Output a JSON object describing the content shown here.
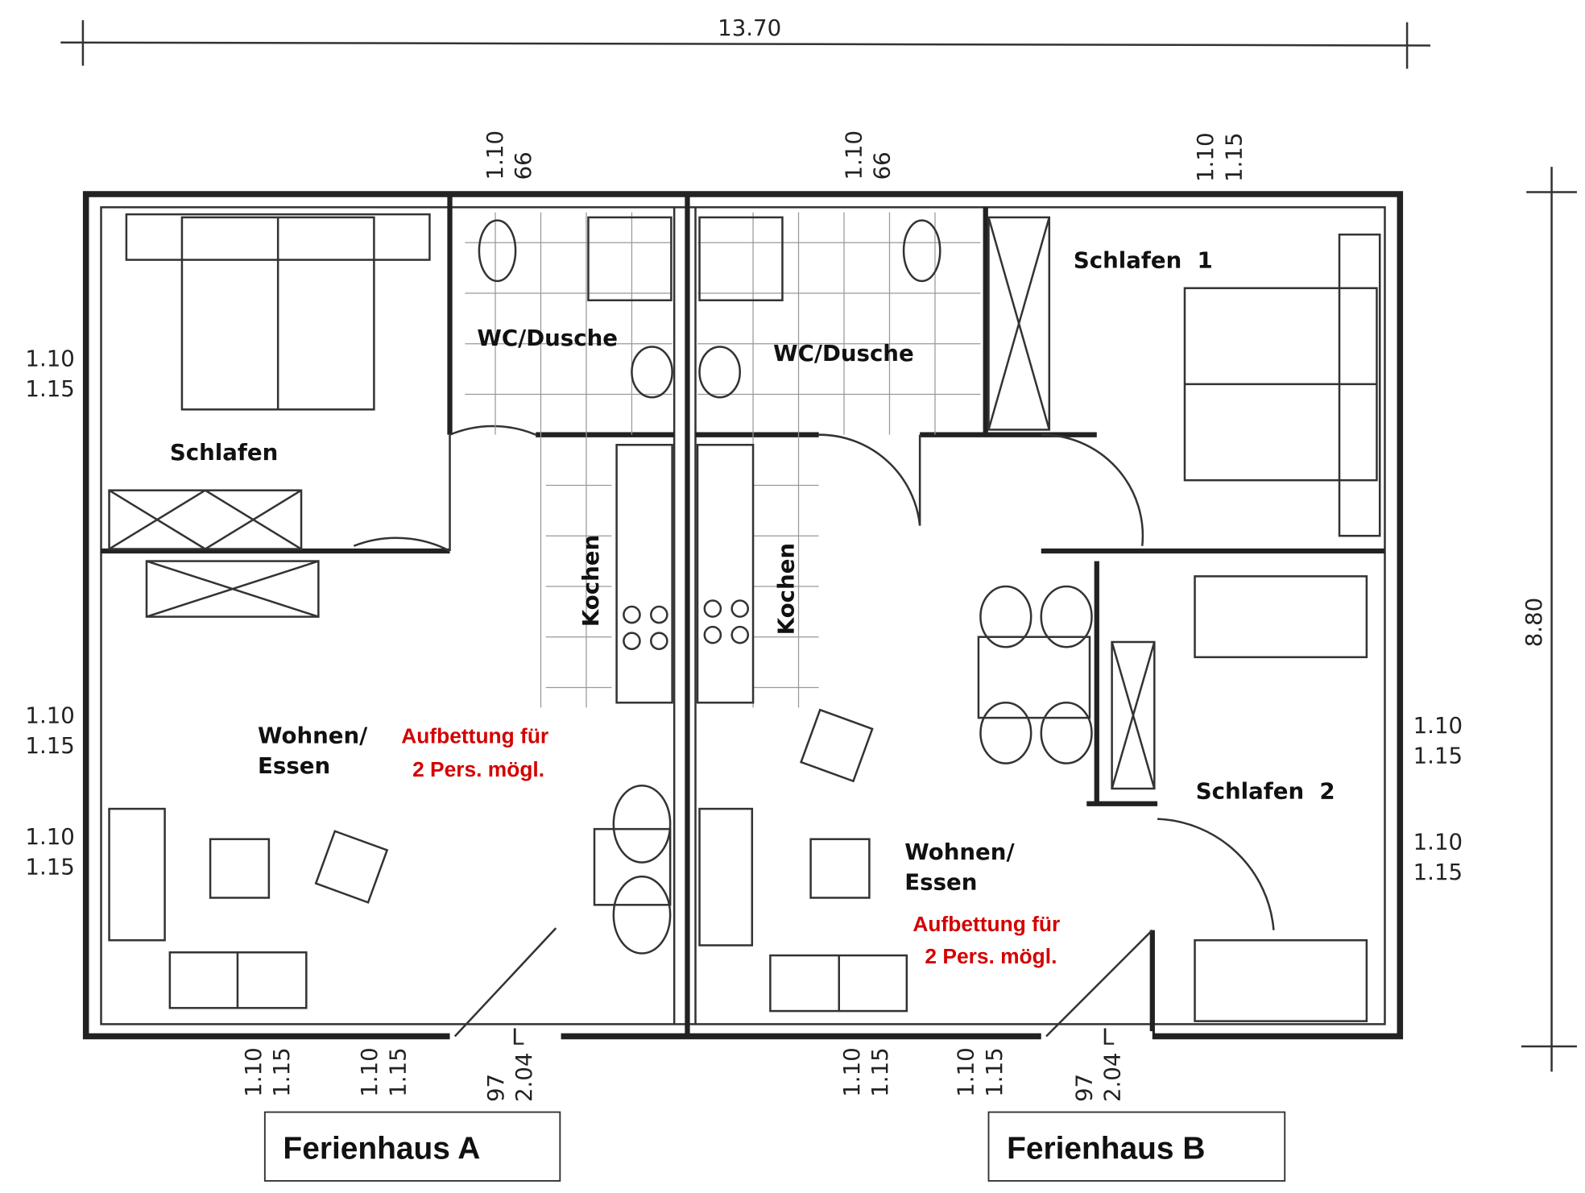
{
  "dimensions": {
    "total_width": "13.70",
    "total_depth": "8.80",
    "windows_top": [
      {
        "top": "1.10",
        "bottom": "66"
      },
      {
        "top": "1.10",
        "bottom": "66"
      },
      {
        "top": "1.10",
        "bottom": "1.15"
      }
    ],
    "windows_left": [
      {
        "top": "1.10",
        "bottom": "1.15"
      },
      {
        "top": "1.10",
        "bottom": "1.15"
      },
      {
        "top": "1.10",
        "bottom": "1.15"
      }
    ],
    "windows_right": [
      {
        "top": "1.10",
        "bottom": "1.15"
      },
      {
        "top": "1.10",
        "bottom": "1.15"
      }
    ],
    "windows_bottom": [
      {
        "top": "1.10",
        "bottom": "1.15"
      },
      {
        "top": "1.10",
        "bottom": "1.15"
      },
      {
        "top": "1.10",
        "bottom": "1.15"
      },
      {
        "top": "1.10",
        "bottom": "1.15"
      }
    ],
    "doors_bottom": [
      {
        "top": "97",
        "bottom": "2.04",
        "mark": "L"
      },
      {
        "top": "97",
        "bottom": "2.04",
        "mark": "L"
      }
    ]
  },
  "rooms": {
    "a_schlafen": "Schlafen",
    "a_wc": "WC/Dusche",
    "a_kochen": "Kochen",
    "a_wohnen_1": "Wohnen/",
    "a_wohnen_2": "Essen",
    "b_wc": "WC/Dusche",
    "b_kochen": "Kochen",
    "b_wohnen_1": "Wohnen/",
    "b_wohnen_2": "Essen",
    "b_schlafen1": "Schlafen  1",
    "b_schlafen2": "Schlafen  2"
  },
  "notes": {
    "a_line1": "Aufbettung für",
    "a_line2": "2 Pers. mögl.",
    "b_line1": "Aufbettung für",
    "b_line2": "2 Pers. mögl."
  },
  "labels": {
    "house_a": "Ferienhaus A",
    "house_b": "Ferienhaus B"
  }
}
